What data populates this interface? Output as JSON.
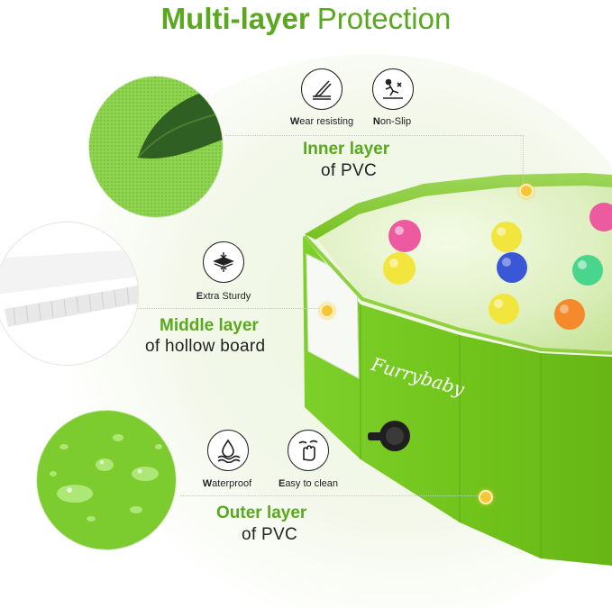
{
  "title": {
    "bold": "Multi-layer",
    "rest": "Protection"
  },
  "colors": {
    "accent": "#5aa81f",
    "pool_green": "#7cc92a",
    "dot": "#f6c63a",
    "text": "#222222"
  },
  "layers": [
    {
      "head": "Inner layer",
      "sub": "of PVC",
      "features": [
        {
          "label": "Wear resisting",
          "icon": "wear-resisting-icon"
        },
        {
          "label": "Non-Slip",
          "icon": "non-slip-icon"
        }
      ]
    },
    {
      "head": "Middle layer",
      "sub": "of hollow board",
      "features": [
        {
          "label": "Extra Sturdy",
          "icon": "extra-sturdy-icon"
        }
      ]
    },
    {
      "head": "Outer layer",
      "sub": "of PVC",
      "features": [
        {
          "label": "Waterproof",
          "icon": "waterproof-icon"
        },
        {
          "label": "Easy to clean",
          "icon": "easy-to-clean-icon"
        }
      ]
    }
  ],
  "product": {
    "brand": "Furrybaby"
  }
}
